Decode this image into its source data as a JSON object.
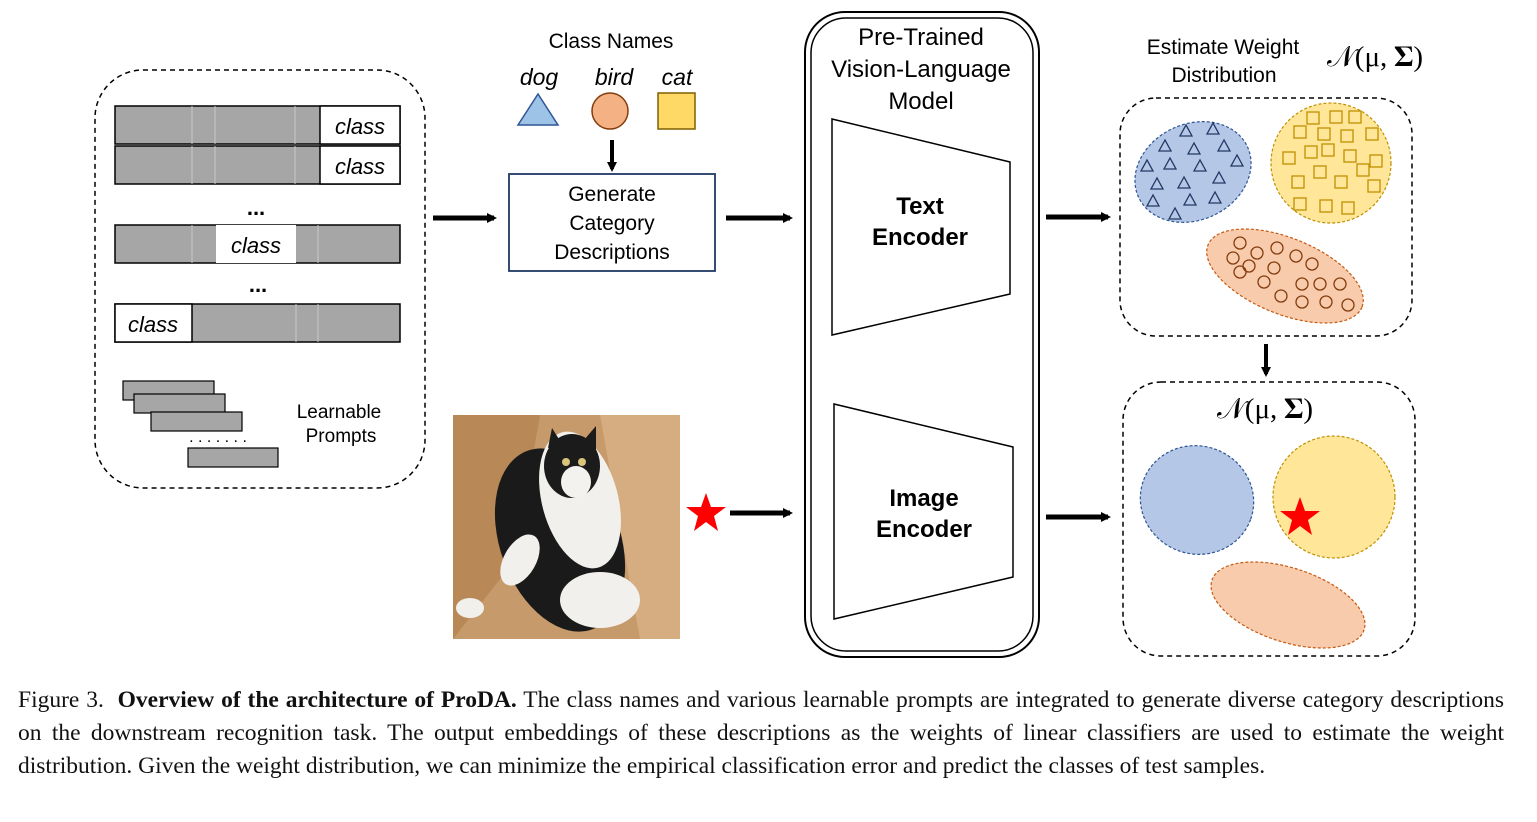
{
  "figure": {
    "prompts": {
      "slot_word": "class",
      "ellipsis": "...",
      "learnable_label_line1": "Learnable",
      "learnable_label_line2": "Prompts",
      "dots": ". . . . . . ."
    },
    "class_names": {
      "title": "Class Names",
      "items": [
        {
          "name": "dog",
          "shape": "triangle",
          "color": "#9dc3e6"
        },
        {
          "name": "bird",
          "shape": "circle",
          "color": "#f4b183"
        },
        {
          "name": "cat",
          "shape": "square",
          "color": "#ffd966"
        }
      ]
    },
    "generate_box": {
      "line1": "Generate",
      "line2": "Category",
      "line3": "Descriptions"
    },
    "model": {
      "title_line1": "Pre-Trained",
      "title_line2": "Vision-Language",
      "title_line3": "Model",
      "text_encoder_line1": "Text",
      "text_encoder_line2": "Encoder",
      "image_encoder_line1": "Image",
      "image_encoder_line2": "Encoder"
    },
    "distribution": {
      "estimate_line1": "Estimate Weight",
      "estimate_line2": "Distribution",
      "formula": "𝒩(μ, 𝚺)"
    },
    "colors": {
      "blue_cluster": "#b4c7e7",
      "yellow_cluster": "#ffe699",
      "orange_cluster": "#f8cbad",
      "star": "#ff0000",
      "gray_prompt": "#a6a6a6"
    }
  },
  "caption": {
    "label": "Figure 3.",
    "title": "Overview of the architecture of ProDA.",
    "body": "The class names and various learnable prompts are integrated to generate diverse category descriptions on the downstream recognition task. The output embeddings of these descriptions as the weights of linear classifiers are used to estimate the weight distribution. Given the weight distribution, we can minimize the empirical classification error and predict the classes of test samples."
  }
}
